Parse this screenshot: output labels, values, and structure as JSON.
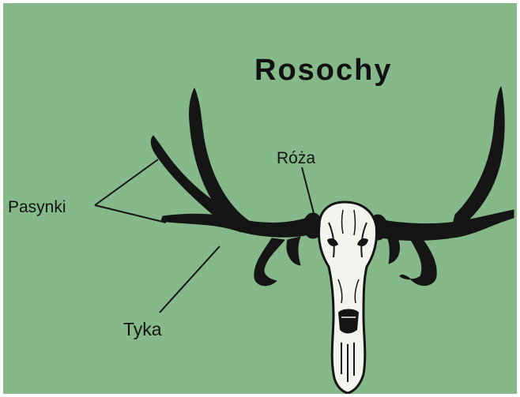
{
  "title": "Rosochy",
  "labels": {
    "pasynki": "Pasynki",
    "roza": "Róża",
    "tyka": "Tyka"
  },
  "colors": {
    "background": "#86b98a",
    "ink": "#111111",
    "bone": "#f3f3ef"
  }
}
